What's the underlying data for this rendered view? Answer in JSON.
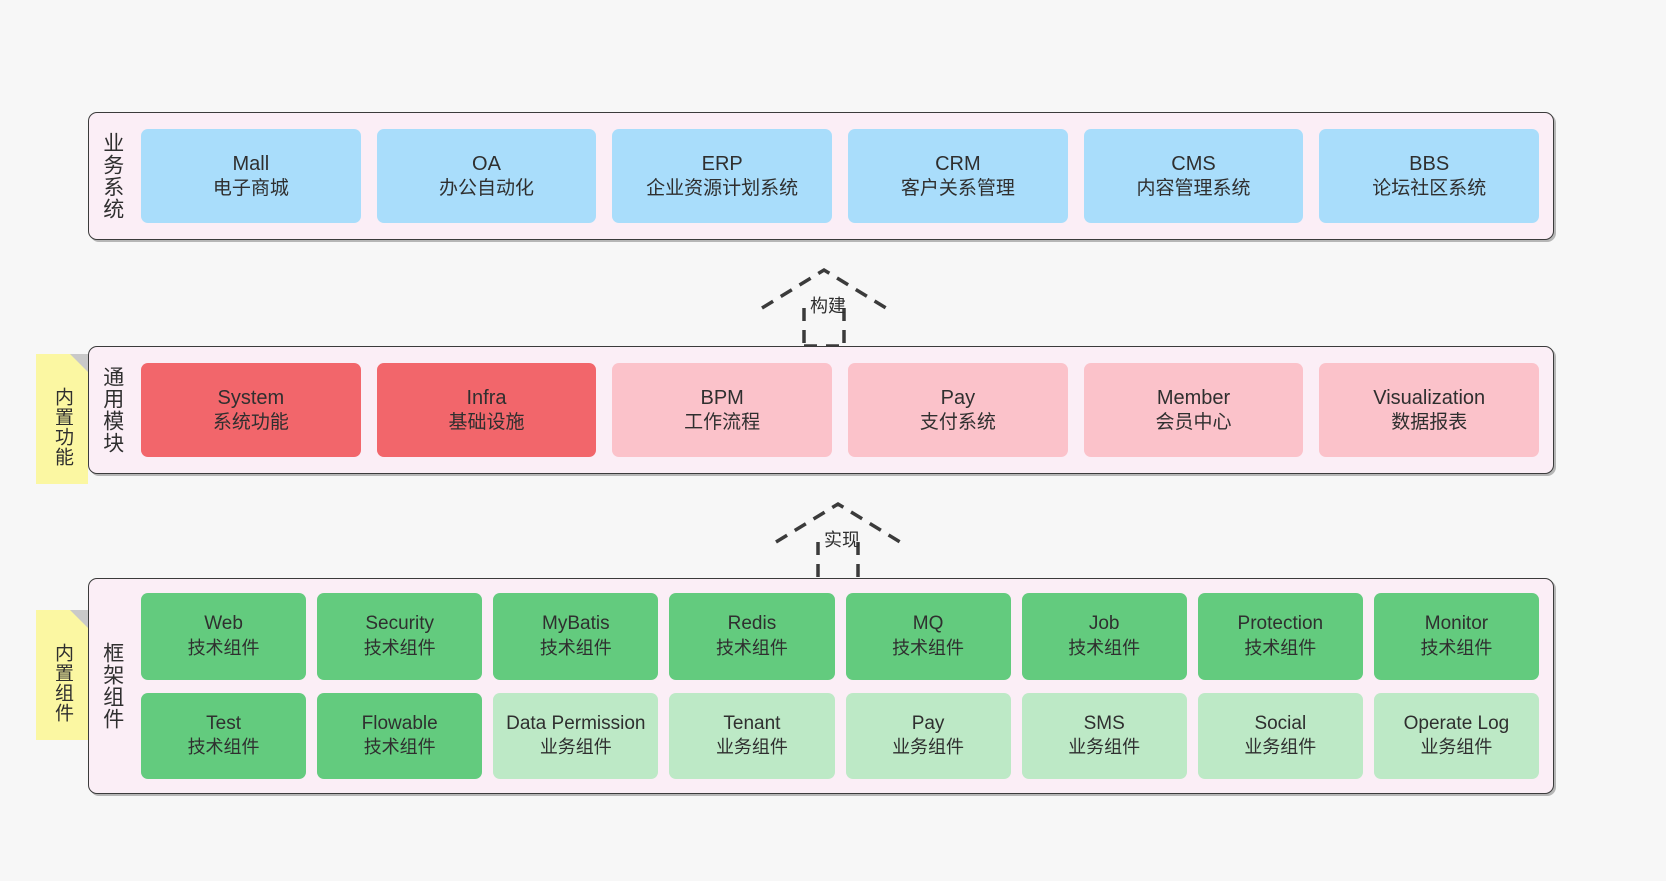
{
  "layers": [
    {
      "id": "business",
      "title": "业务系统",
      "color_class": "blue",
      "rows": [
        [
          {
            "en": "Mall",
            "cn": "电子商城"
          },
          {
            "en": "OA",
            "cn": "办公自动化"
          },
          {
            "en": "ERP",
            "cn": "企业资源计划系统"
          },
          {
            "en": "CRM",
            "cn": "客户关系管理"
          },
          {
            "en": "CMS",
            "cn": "内容管理系统"
          },
          {
            "en": "BBS",
            "cn": "论坛社区系统"
          }
        ]
      ]
    },
    {
      "id": "common",
      "title": "通用模块",
      "rows": [
        [
          {
            "en": "System",
            "cn": "系统功能",
            "color_class": "red"
          },
          {
            "en": "Infra",
            "cn": "基础设施",
            "color_class": "red"
          },
          {
            "en": "BPM",
            "cn": "工作流程",
            "color_class": "pink"
          },
          {
            "en": "Pay",
            "cn": "支付系统",
            "color_class": "pink"
          },
          {
            "en": "Member",
            "cn": "会员中心",
            "color_class": "pink"
          },
          {
            "en": "Visualization",
            "cn": "数据报表",
            "color_class": "pink"
          }
        ]
      ]
    },
    {
      "id": "framework",
      "title": "框架组件",
      "rows": [
        [
          {
            "en": "Web",
            "cn": "技术组件",
            "color_class": "green"
          },
          {
            "en": "Security",
            "cn": "技术组件",
            "color_class": "green"
          },
          {
            "en": "MyBatis",
            "cn": "技术组件",
            "color_class": "green"
          },
          {
            "en": "Redis",
            "cn": "技术组件",
            "color_class": "green"
          },
          {
            "en": "MQ",
            "cn": "技术组件",
            "color_class": "green"
          },
          {
            "en": "Job",
            "cn": "技术组件",
            "color_class": "green"
          },
          {
            "en": "Protection",
            "cn": "技术组件",
            "color_class": "green"
          },
          {
            "en": "Monitor",
            "cn": "技术组件",
            "color_class": "green"
          }
        ],
        [
          {
            "en": "Test",
            "cn": "技术组件",
            "color_class": "green"
          },
          {
            "en": "Flowable",
            "cn": "技术组件",
            "color_class": "green"
          },
          {
            "en": "Data Permission",
            "cn": "业务组件",
            "color_class": "lgreen"
          },
          {
            "en": "Tenant",
            "cn": "业务组件",
            "color_class": "lgreen"
          },
          {
            "en": "Pay",
            "cn": "业务组件",
            "color_class": "lgreen"
          },
          {
            "en": "SMS",
            "cn": "业务组件",
            "color_class": "lgreen"
          },
          {
            "en": "Social",
            "cn": "业务组件",
            "color_class": "lgreen"
          },
          {
            "en": "Operate Log",
            "cn": "业务组件",
            "color_class": "lgreen"
          }
        ]
      ]
    }
  ],
  "sticky_notes": [
    {
      "id": "common",
      "label": "内置功能"
    },
    {
      "id": "framework",
      "label": "内置组件"
    }
  ],
  "connectors": [
    {
      "id": "build",
      "label": "构建",
      "style": "dashed-hollow-arrow-up"
    },
    {
      "id": "implement",
      "label": "实现",
      "style": "dashed-hollow-arrow-up"
    }
  ],
  "colors": {
    "background": "#f7f7f7",
    "layer_fill": "#fbeef6",
    "layer_border": "#3b3b3b",
    "blue": "#a9ddfb",
    "red": "#f2666b",
    "pink": "#fbc2ca",
    "green": "#63cb7e",
    "light_green": "#bde9c6",
    "sticky_yellow": "#fbf7a2",
    "sticky_fold": "#c9c9c9",
    "text": "#2f2f2f"
  }
}
